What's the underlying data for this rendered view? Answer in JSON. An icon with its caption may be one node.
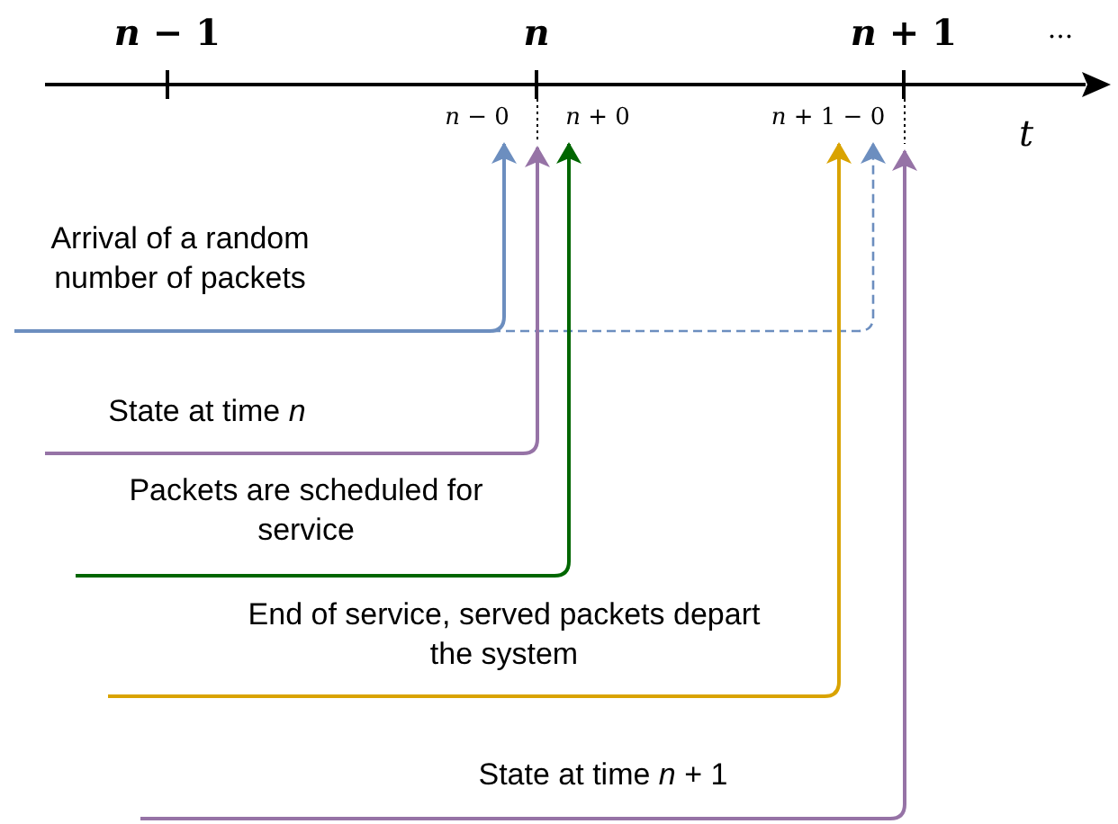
{
  "diagram": {
    "nodes": [
      {
        "text": [
          "*n* − 0"
        ]
      },
      {
        "text": [],
        "shape": "line"
      },
      {
        "text": [
          "*n* + 0"
        ]
      },
      {
        "text": [
          "*n* + 1 − 0"
        ]
      },
      {
        "text": [],
        "shape": "line"
      }
    ],
    "edges": [
      {
        "from": null,
        "to": 0,
        "arrow": "to",
        "label": "Arrival of a random number of packets",
        "color": "#6c8ebf"
      },
      {
        "from": null,
        "to": 3,
        "arrow": "to",
        "style": "dashed",
        "color": "#6c8ebf"
      },
      {
        "from": null,
        "to": 1,
        "arrow": "to",
        "label": "State at time *n*",
        "color": "#9673a6"
      },
      {
        "from": null,
        "to": 2,
        "arrow": "to",
        "label": "Packets are scheduled for service",
        "color": "#006600"
      },
      {
        "from": null,
        "to": 3,
        "arrow": "to",
        "label": "End of service, served packets depart the system",
        "color": "#d9a300"
      },
      {
        "from": null,
        "to": 4,
        "arrow": "to",
        "label": "State at time *n* + 1",
        "color": "#9673a6"
      }
    ],
    "labels": [
      "*n* − 1",
      "*n*",
      "*n* + 1",
      "...",
      "*t*"
    ]
  }
}
